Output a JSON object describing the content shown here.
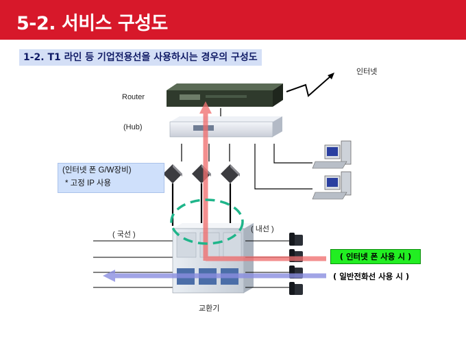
{
  "header": {
    "title": "5-2. 서비스 구성도"
  },
  "subtitle": "1-2. T1 라인 등 기업전용선을 사용하시는 경우의 구성도",
  "labels": {
    "internet": "인터넷",
    "router": "Router",
    "hub": "(Hub)",
    "gateway_line1": "(인터넷 폰 G/W장비)",
    "gateway_line2": "* 고정 IP 사용",
    "trunk": "( 국선 )",
    "extension": "( 내선 )",
    "pbx": "교환기",
    "internet_phone_use": "( 인터넷 폰 사용 시 )",
    "normal_phone_use": "( 일반전화선 사용 시 )"
  },
  "colors": {
    "banner": "#d7182a",
    "internet_path": "#f07070",
    "normal_path": "#8a8ee0",
    "highlight": "#22ee22",
    "dashed_circle": "#1fb58a"
  },
  "icons": [
    "router-icon",
    "hub-icon",
    "gateway-icon",
    "pc-icon",
    "pbx-icon",
    "phone-icon",
    "lightning-icon"
  ]
}
